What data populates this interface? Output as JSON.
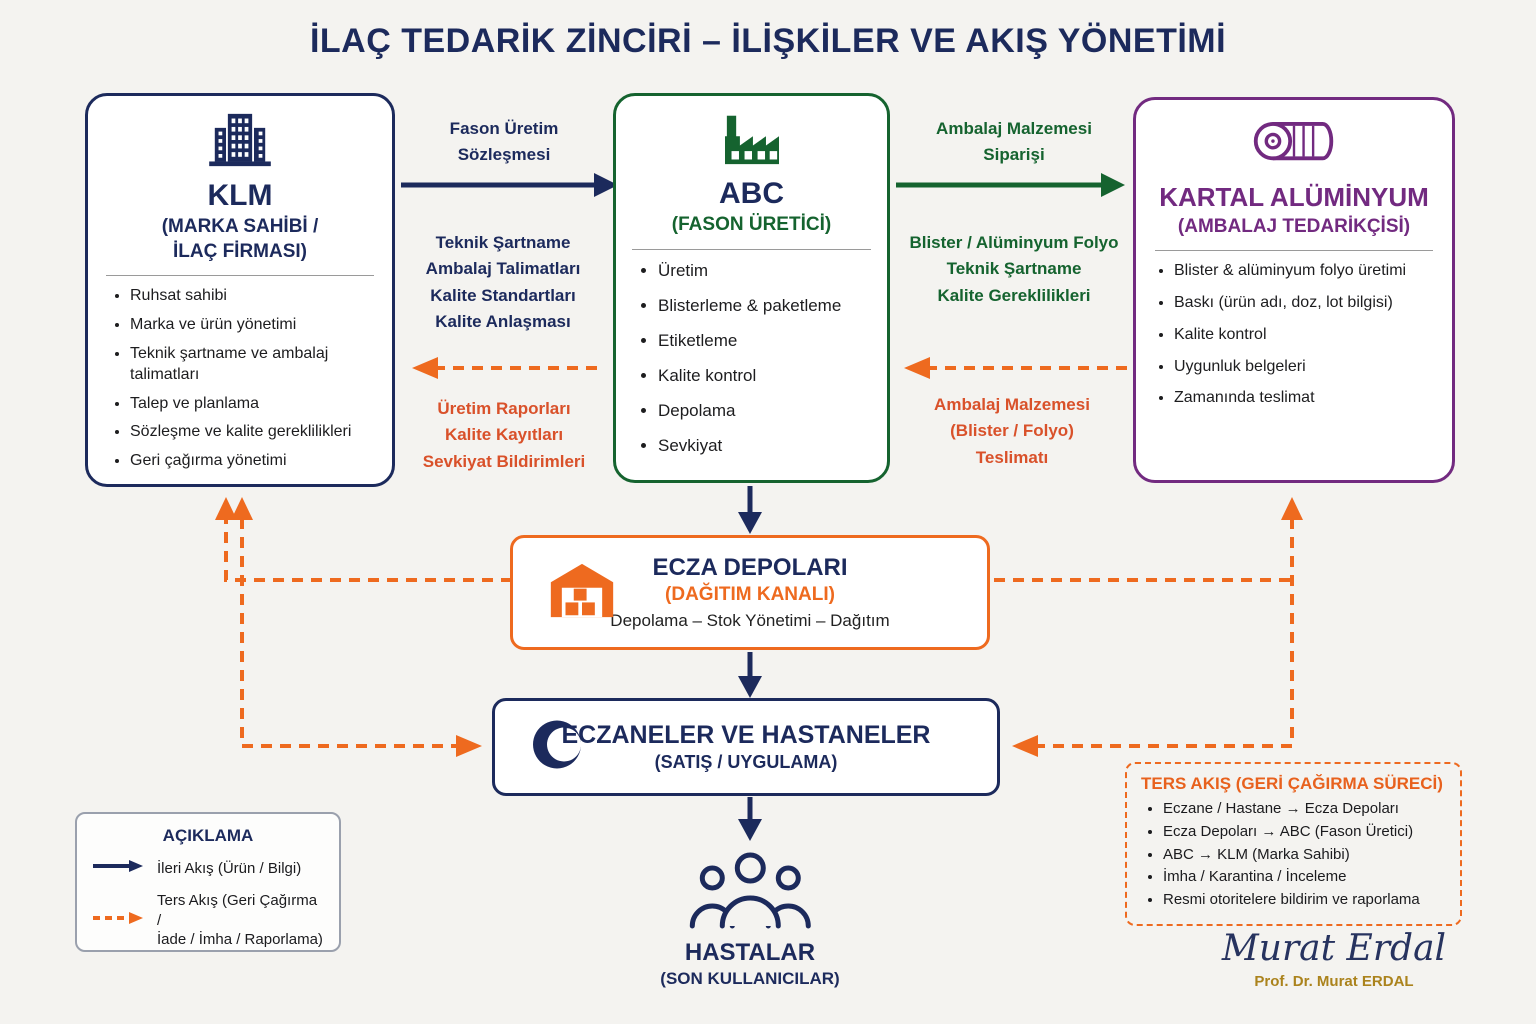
{
  "page": {
    "title": "İLAÇ TEDARİK ZİNCİRİ – İLİŞKİLER VE AKIŞ YÖNETİMİ"
  },
  "nodes": {
    "klm": {
      "title": "KLM",
      "subtitle": "(MARKA SAHİBİ /\nİLAÇ FİRMASI)",
      "items": [
        "Ruhsat sahibi",
        "Marka ve ürün yönetimi",
        "Teknik şartname ve ambalaj talimatları",
        "Talep ve planlama",
        "Sözleşme ve kalite gereklilikleri",
        "Geri çağırma yönetimi"
      ]
    },
    "abc": {
      "title": "ABC",
      "subtitle": "(FASON ÜRETİCİ)",
      "items": [
        "Üretim",
        "Blisterleme & paketleme",
        "Etiketleme",
        "Kalite kontrol",
        "Depolama",
        "Sevkiyat"
      ]
    },
    "kartal": {
      "title": "KARTAL ALÜMİNYUM",
      "subtitle": "(AMBALAJ TEDARİKÇİSİ)",
      "items": [
        "Blister & alüminyum folyo üretimi",
        "Baskı (ürün adı, doz, lot bilgisi)",
        "Kalite kontrol",
        "Uygunluk belgeleri",
        "Zamanında teslimat"
      ]
    },
    "ecza": {
      "title": "ECZA DEPOLARI",
      "subtitle": "(DAĞITIM KANALI)",
      "description": "Depolama – Stok Yönetimi – Dağıtım"
    },
    "eczaneler": {
      "title": "ECZANELER VE HASTANELER",
      "subtitle": "(SATIŞ / UYGULAMA)"
    },
    "hastalar": {
      "title": "HASTALAR",
      "subtitle": "(SON KULLANICILAR)"
    }
  },
  "flows": {
    "klm_to_abc": {
      "label": "Fason Üretim\nSözleşmesi",
      "details": "Teknik Şartname\nAmbalaj Talimatları\nKalite Standartları\nKalite Anlaşması"
    },
    "abc_to_klm": {
      "details": "Üretim Raporları\nKalite Kayıtları\nSevkiyat Bildirimleri"
    },
    "abc_to_kartal": {
      "label": "Ambalaj Malzemesi\nSiparişi",
      "details": "Blister / Alüminyum Folyo\nTeknik Şartname\nKalite Gereklilikleri"
    },
    "kartal_to_abc": {
      "details": "Ambalaj Malzemesi\n(Blister / Folyo)\nTeslimatı"
    }
  },
  "legend": {
    "title": "AÇIKLAMA",
    "forward": "İleri Akış (Ürün / Bilgi)",
    "reverse": "Ters Akış (Geri Çağırma /\nİade / İmha / Raporlama)"
  },
  "reverse_flow_box": {
    "title": "TERS AKIŞ (GERİ ÇAĞIRMA SÜRECİ)",
    "items": [
      "Eczane / Hastane → Ecza Depoları",
      "Ecza Depoları → ABC (Fason Üretici)",
      "ABC → KLM (Marka Sahibi)",
      "İmha / Karantina / İnceleme",
      "Resmi otoritelere bildirim ve raporlama"
    ]
  },
  "signature": {
    "name": "Murat Erdal",
    "caption": "Prof. Dr. Murat ERDAL"
  },
  "colors": {
    "navy": "#1c2a5c",
    "green": "#15632f",
    "purple": "#722a80",
    "orange": "#ee6a1f",
    "reverse_text": "#d9512a",
    "gold": "#ab831d",
    "background": "#f4f3f0"
  }
}
